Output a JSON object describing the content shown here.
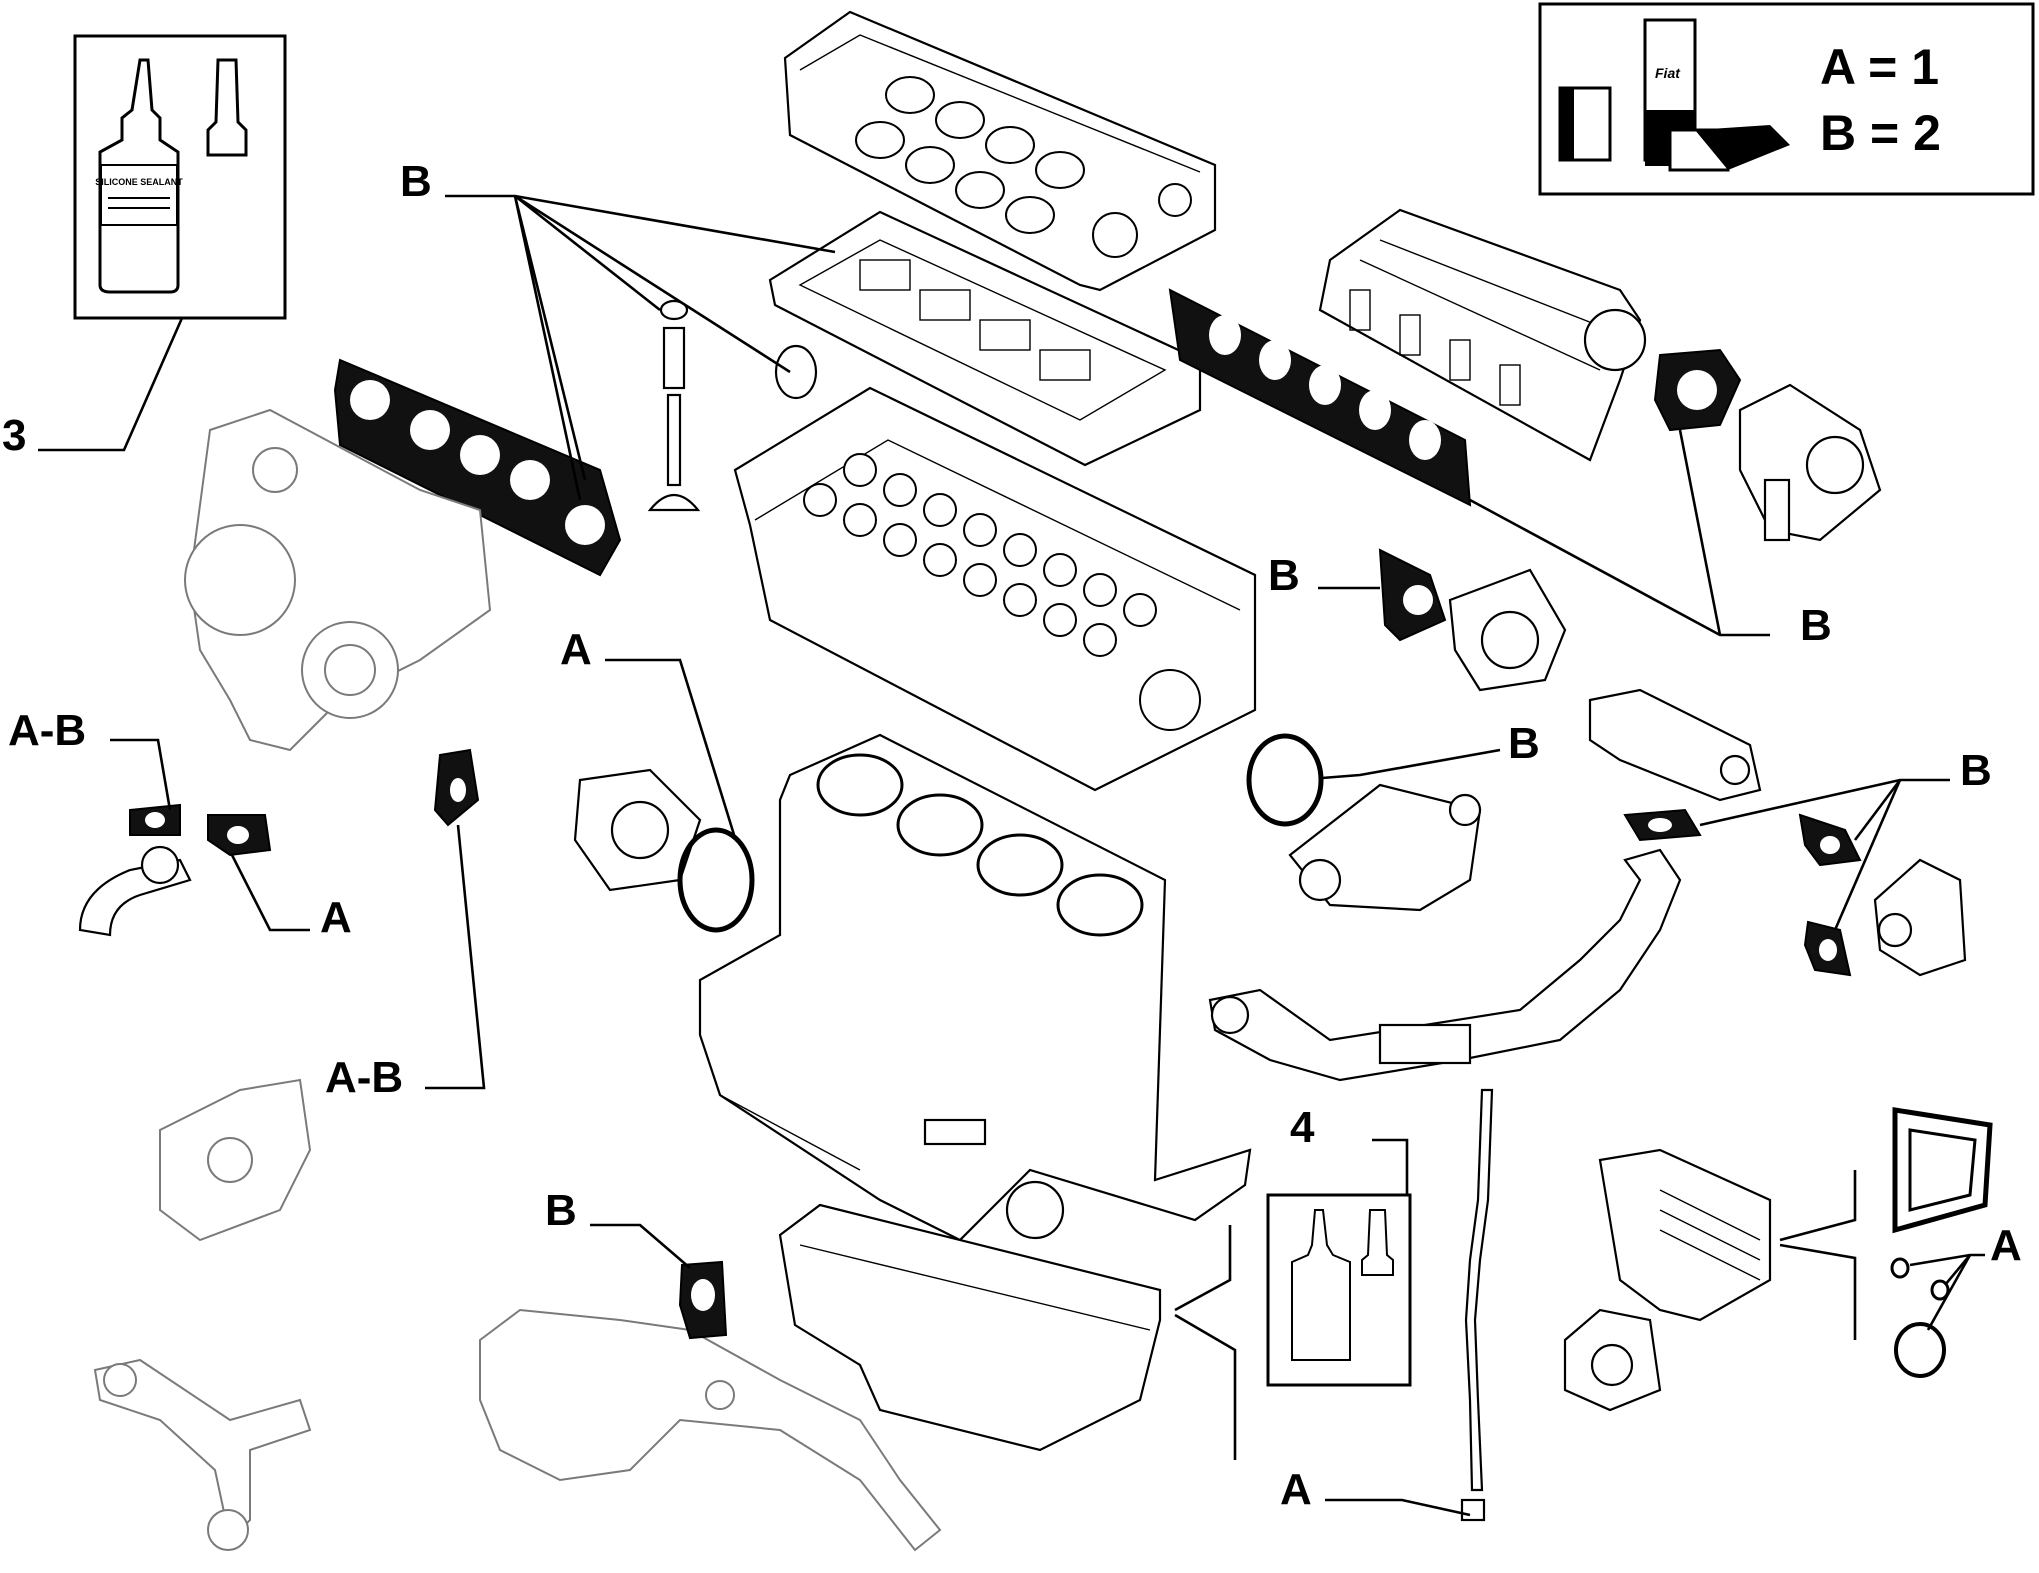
{
  "legend": {
    "line_a": "A = 1",
    "line_b": "B = 2",
    "tube_text": "Fiat"
  },
  "callouts": {
    "item_3": "3",
    "item_4": "4",
    "b_top": "B",
    "b_top_right": "B",
    "b_mid": "B",
    "b_thermostat": "B",
    "b_egr": "B",
    "b_bottom": "B",
    "a_waterpump": "A",
    "a_pipe": "A",
    "a_oil_cooler": "A",
    "a_dipstick": "A",
    "ab_left": "A-B",
    "ab_mid": "A-B"
  },
  "sealant_label": "SILICONE SEALANT"
}
